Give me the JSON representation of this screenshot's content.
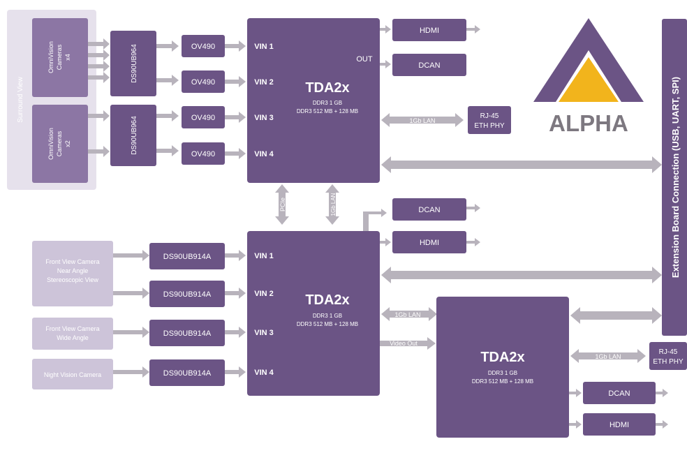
{
  "surround": {
    "group_label": "Surround View",
    "cameras_x4": [
      "OmniVision",
      "Cameras",
      "x4"
    ],
    "cameras_x2": [
      "OmniVision",
      "Cameras",
      "x2"
    ],
    "serializer_top": "DS90UB964",
    "serializer_bottom": "DS90UB964",
    "isp_label": "OV490"
  },
  "front": {
    "camera_near": [
      "Front View Camera",
      "Near Angle",
      "Stereoscopic View"
    ],
    "camera_wide": [
      "Front View Camera",
      "Wide Angle"
    ],
    "camera_night": "Night Vision Camera",
    "serializer_label": "DS90UB914A"
  },
  "soc": {
    "name": "TDA2x",
    "mem_line1": "DDR3 1 GB",
    "mem_line2": "DDR3 512 MB + 128 MB",
    "vin_labels": [
      "VIN 1",
      "VIN 2",
      "VIN 3",
      "VIN 4"
    ],
    "out_label": "OUT",
    "video_out_label": "Video Out"
  },
  "links": {
    "pcie": "PCIe",
    "lan": "1Gb LAN"
  },
  "peripherals": {
    "hdmi": "HDMI",
    "dcan": "DCAN",
    "rj45_line1": "RJ-45",
    "rj45_line2": "ETH PHY"
  },
  "extension_board": "Extension Board Connection (USB, UART, SPI)",
  "logo": {
    "text": "ALPHA",
    "purple": "#6b5485",
    "yellow": "#f2b41c",
    "grey": "#7d7880"
  },
  "colors": {
    "dark": "#6b5485",
    "mid": "#8c76a4",
    "light": "#cdc4d9",
    "arrow": "#b8b3bc"
  }
}
